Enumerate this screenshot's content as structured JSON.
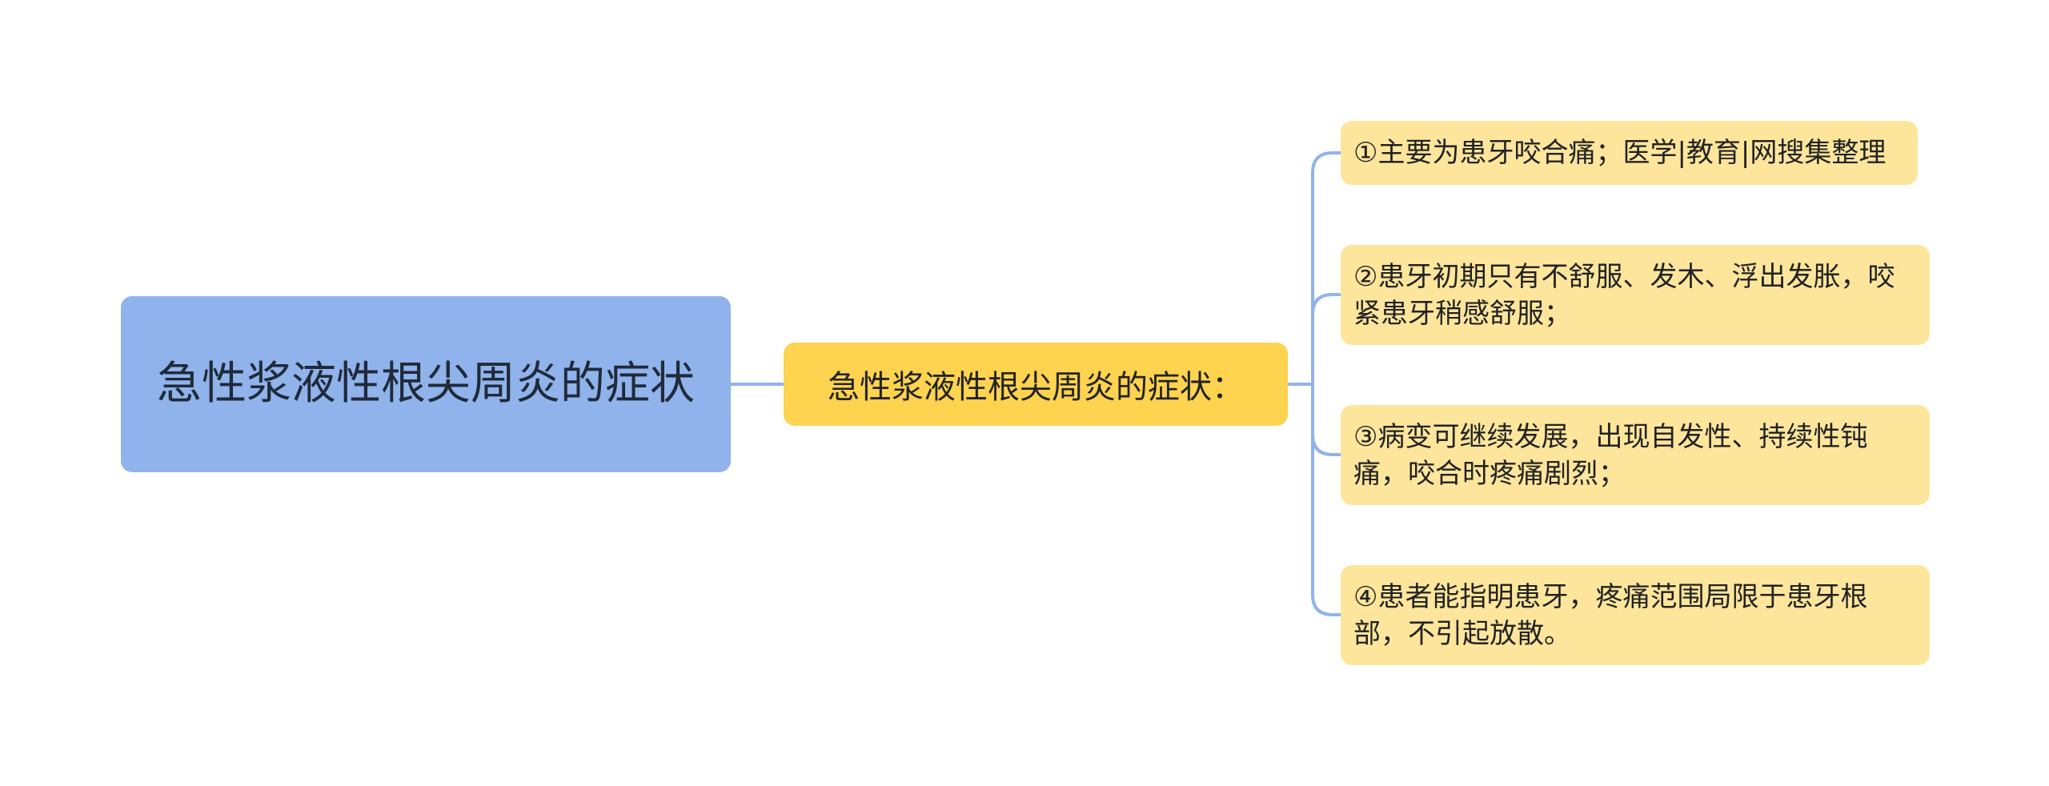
{
  "mindmap": {
    "root": {
      "text": "急性浆液性根尖周炎的症状"
    },
    "branch": {
      "text": "急性浆液性根尖周炎的症状："
    },
    "leaves": [
      {
        "text": "①主要为患牙咬合痛；医学|教育|网搜集整理"
      },
      {
        "text": "②患牙初期只有不舒服、发木、浮出发胀，咬紧患牙稍感舒服；"
      },
      {
        "text": "③病变可继续发展，出现自发性、持续性钝痛，咬合时疼痛剧烈；"
      },
      {
        "text": "④患者能指明患牙，疼痛范围局限于患牙根部，不引起放散。"
      }
    ]
  },
  "colors": {
    "root_fill": "#91b3eb",
    "branch_fill": "#fdd34f",
    "leaf_fill": "#fde69c",
    "connector": "#91b3eb"
  }
}
